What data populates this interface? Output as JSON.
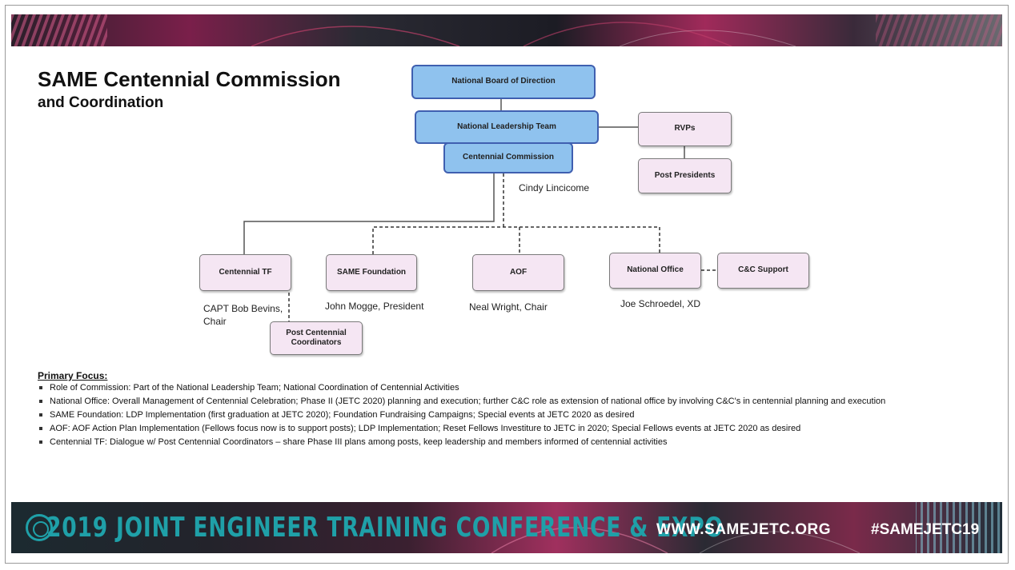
{
  "slide": {
    "title": "SAME Centennial Commission",
    "subtitle": "and Coordination"
  },
  "org_chart": {
    "boxes": {
      "board": "National Board of Direction",
      "leadership": "National Leadership Team",
      "commission": "Centennial Commission",
      "rvps": "RVPs",
      "post_presidents": "Post Presidents",
      "centennial_tf": "Centennial TF",
      "foundation": "SAME Foundation",
      "aof": "AOF",
      "national_office": "National Office",
      "cc_support": "C&C Support",
      "post_coordinators_line1": "Post Centennial",
      "post_coordinators_line2": "Coordinators"
    },
    "notes": {
      "commission_lead": "Cindy Lincicome",
      "tf_chair_line1": "CAPT Bob Bevins,",
      "tf_chair_line2": "Chair",
      "foundation_president": "John Mogge, President",
      "aof_chair": "Neal Wright, Chair",
      "office_xd": "Joe Schroedel, XD"
    }
  },
  "primary_focus": {
    "heading": "Primary Focus:",
    "items": [
      "Role of Commission:  Part of the National Leadership Team; National Coordination of Centennial Activities",
      "National Office: Overall Management of Centennial Celebration; Phase II (JETC 2020) planning and execution; further C&C role as extension of national office by involving C&C's in centennial planning and execution",
      "SAME Foundation: LDP Implementation (first graduation at JETC 2020); Foundation Fundraising Campaigns; Special events at JETC 2020 as desired",
      "AOF: AOF Action Plan Implementation (Fellows focus now is to support posts); LDP Implementation; Reset Fellows Investiture to JETC in 2020; Special Fellows events at JETC 2020 as desired",
      "Centennial TF:  Dialogue w/ Post Centennial Coordinators – share Phase III plans among posts, keep leadership and members informed of centennial activities"
    ]
  },
  "footer": {
    "event_name": "2019 JOINT ENGINEER TRAINING CONFERENCE & EXPO",
    "url": "WWW.SAMEJETC.ORG",
    "hashtag": "#SAMEJETC19"
  },
  "colors": {
    "blue_box_fill": "#8fc2ee",
    "blue_box_border": "#3f5fb0",
    "pink_box_fill": "#f5e6f3",
    "footer_teal": "#1fa0a8",
    "band_dark": "#1c1c24",
    "band_magenta": "#b0306a"
  }
}
